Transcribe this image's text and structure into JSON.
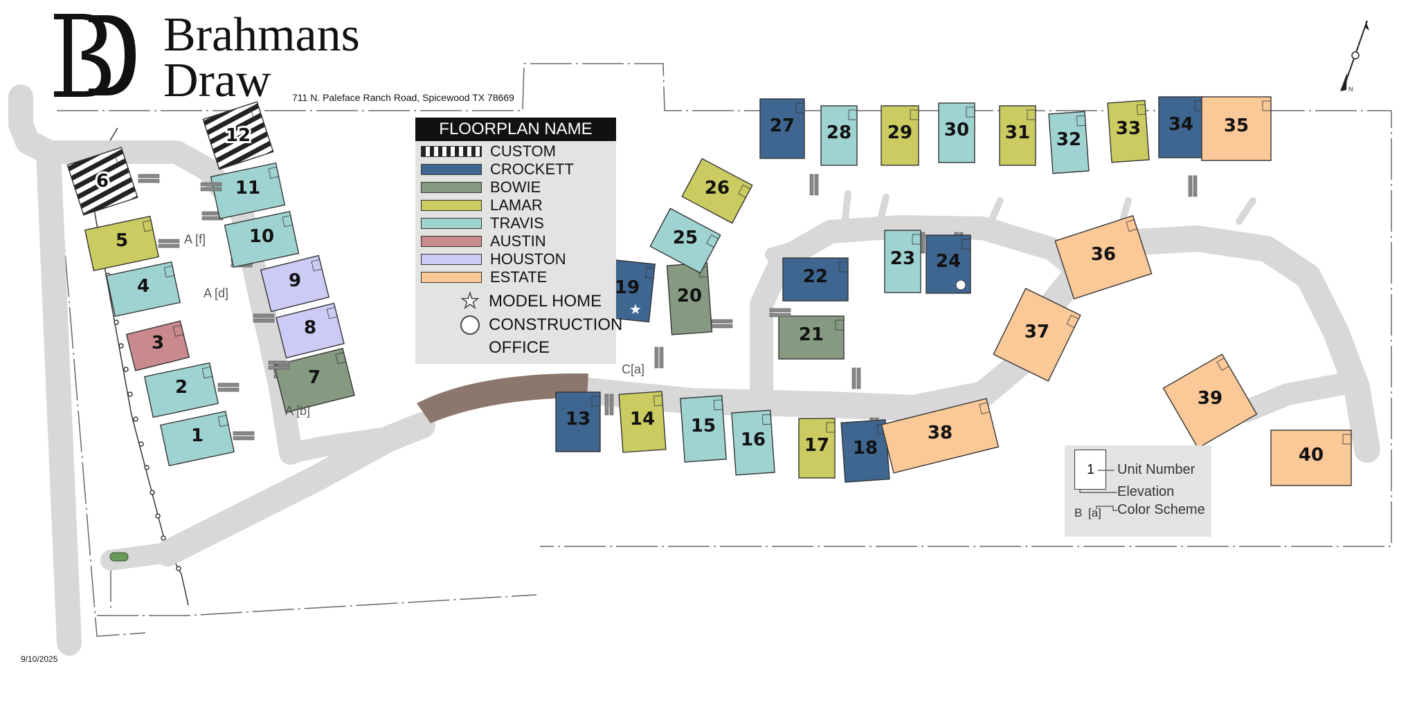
{
  "header": {
    "logo_letters": "BD",
    "title_line1": "Brahmans",
    "title_line2": "Draw",
    "address": "711 N. Paleface Ranch Road, Spicewood TX 78669"
  },
  "date": "9/10/2025",
  "north_label": "N",
  "colors": {
    "CROCKETT": "#3e6690",
    "BOWIE": "#869a81",
    "LAMAR": "#cbcb62",
    "TRAVIS": "#9fd3d2",
    "AUSTIN": "#c98a8e",
    "HOUSTON": "#cdcbf6",
    "ESTATE": "#fbc898",
    "road": "#d8d8d8",
    "dirt_road": "#8c776c",
    "panel": "#e3e4e2"
  },
  "legend": {
    "title": "FLOORPLAN NAME",
    "items": [
      {
        "key": "CUSTOM",
        "label": "CUSTOM"
      },
      {
        "key": "CROCKETT",
        "label": "CROCKETT"
      },
      {
        "key": "BOWIE",
        "label": "BOWIE"
      },
      {
        "key": "LAMAR",
        "label": "LAMAR"
      },
      {
        "key": "TRAVIS",
        "label": "TRAVIS"
      },
      {
        "key": "AUSTIN",
        "label": "AUSTIN"
      },
      {
        "key": "HOUSTON",
        "label": "HOUSTON"
      },
      {
        "key": "ESTATE",
        "label": "ESTATE"
      }
    ],
    "model_home": "MODEL HOME",
    "construction_line1": "CONSTRUCTION",
    "construction_line2": "OFFICE"
  },
  "key": {
    "unit_number_example": "1",
    "elevation_example": "B",
    "color_scheme_example": "[a]",
    "unit_number_label": "Unit Number",
    "elevation_label": "Elevation",
    "color_scheme_label": "Color Scheme"
  },
  "annotations": [
    {
      "id": "5",
      "text": "A [f]"
    },
    {
      "id": "4",
      "text": "A [d]"
    },
    {
      "id": "7",
      "text": "A [b]"
    },
    {
      "id": "19",
      "text": "C[a]"
    }
  ],
  "lots": [
    {
      "number": "1",
      "plan": "TRAVIS"
    },
    {
      "number": "2",
      "plan": "TRAVIS"
    },
    {
      "number": "3",
      "plan": "AUSTIN"
    },
    {
      "number": "4",
      "plan": "TRAVIS"
    },
    {
      "number": "5",
      "plan": "LAMAR"
    },
    {
      "number": "6",
      "plan": "CUSTOM"
    },
    {
      "number": "7",
      "plan": "BOWIE"
    },
    {
      "number": "8",
      "plan": "HOUSTON"
    },
    {
      "number": "9",
      "plan": "HOUSTON"
    },
    {
      "number": "10",
      "plan": "TRAVIS"
    },
    {
      "number": "11",
      "plan": "TRAVIS"
    },
    {
      "number": "12",
      "plan": "CUSTOM"
    },
    {
      "number": "13",
      "plan": "CROCKETT"
    },
    {
      "number": "14",
      "plan": "LAMAR"
    },
    {
      "number": "15",
      "plan": "TRAVIS"
    },
    {
      "number": "16",
      "plan": "TRAVIS"
    },
    {
      "number": "17",
      "plan": "LAMAR"
    },
    {
      "number": "18",
      "plan": "CROCKETT"
    },
    {
      "number": "19",
      "plan": "CROCKETT",
      "model_home": true
    },
    {
      "number": "20",
      "plan": "BOWIE"
    },
    {
      "number": "21",
      "plan": "BOWIE"
    },
    {
      "number": "22",
      "plan": "CROCKETT"
    },
    {
      "number": "23",
      "plan": "TRAVIS"
    },
    {
      "number": "24",
      "plan": "CROCKETT",
      "construction_office": true
    },
    {
      "number": "25",
      "plan": "TRAVIS"
    },
    {
      "number": "26",
      "plan": "LAMAR"
    },
    {
      "number": "27",
      "plan": "CROCKETT"
    },
    {
      "number": "28",
      "plan": "TRAVIS"
    },
    {
      "number": "29",
      "plan": "LAMAR"
    },
    {
      "number": "30",
      "plan": "TRAVIS"
    },
    {
      "number": "31",
      "plan": "LAMAR"
    },
    {
      "number": "32",
      "plan": "TRAVIS"
    },
    {
      "number": "33",
      "plan": "LAMAR"
    },
    {
      "number": "34",
      "plan": "CROCKETT"
    },
    {
      "number": "35",
      "plan": "ESTATE"
    },
    {
      "number": "36",
      "plan": "ESTATE"
    },
    {
      "number": "37",
      "plan": "ESTATE"
    },
    {
      "number": "38",
      "plan": "ESTATE"
    },
    {
      "number": "39",
      "plan": "ESTATE"
    },
    {
      "number": "40",
      "plan": "ESTATE"
    }
  ]
}
